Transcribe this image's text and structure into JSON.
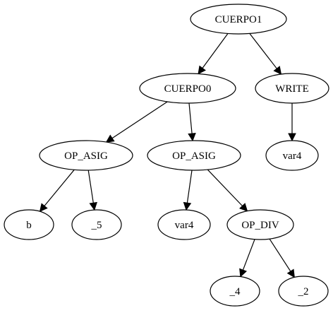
{
  "tree": {
    "nodes": [
      {
        "id": "cuerpo1",
        "label": "CUERPO1"
      },
      {
        "id": "cuerpo0",
        "label": "CUERPO0"
      },
      {
        "id": "write",
        "label": "WRITE"
      },
      {
        "id": "op_asig_1",
        "label": "OP_ASIG"
      },
      {
        "id": "op_asig_2",
        "label": "OP_ASIG"
      },
      {
        "id": "var4_write",
        "label": "var4"
      },
      {
        "id": "b",
        "label": "b"
      },
      {
        "id": "_5",
        "label": "_5"
      },
      {
        "id": "var4_asig",
        "label": "var4"
      },
      {
        "id": "op_div",
        "label": "OP_DIV"
      },
      {
        "id": "_4",
        "label": "_4"
      },
      {
        "id": "_2",
        "label": "_2"
      }
    ],
    "edges": [
      {
        "from": "cuerpo1",
        "to": "cuerpo0"
      },
      {
        "from": "cuerpo1",
        "to": "write"
      },
      {
        "from": "cuerpo0",
        "to": "op_asig_1"
      },
      {
        "from": "cuerpo0",
        "to": "op_asig_2"
      },
      {
        "from": "write",
        "to": "var4_write"
      },
      {
        "from": "op_asig_1",
        "to": "b"
      },
      {
        "from": "op_asig_1",
        "to": "_5"
      },
      {
        "from": "op_asig_2",
        "to": "var4_asig"
      },
      {
        "from": "op_asig_2",
        "to": "op_div"
      },
      {
        "from": "op_div",
        "to": "_4"
      },
      {
        "from": "op_div",
        "to": "_2"
      }
    ]
  }
}
